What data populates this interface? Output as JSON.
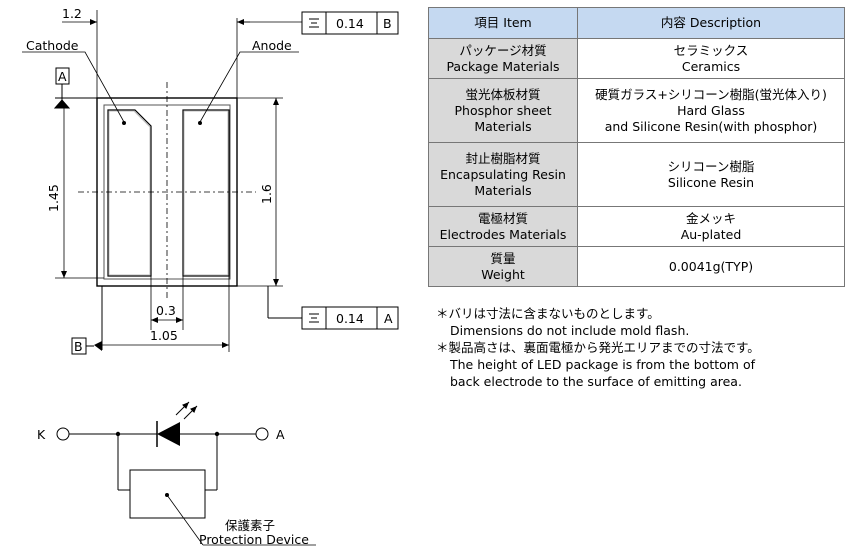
{
  "dimensions": {
    "d_1_2": "1.2",
    "d_1_45": "1.45",
    "d_1_6": "1.6",
    "d_0_3": "0.3",
    "d_1_05": "1.05",
    "tol_top_value": "0.14",
    "tol_top_ref": "B",
    "tol_bottom_value": "0.14",
    "tol_bottom_ref": "A",
    "datum_a": "A",
    "datum_b": "B",
    "flatness_symbol": "⌯"
  },
  "labels": {
    "cathode": "Cathode",
    "anode": "Anode"
  },
  "circuit": {
    "k_label": "K",
    "a_label": "A",
    "device_jp": "保護素子",
    "device_en": "Protection Device"
  },
  "table": {
    "header": {
      "item": "項目 Item",
      "description": "内容 Description"
    },
    "rows": [
      {
        "item_jp": "パッケージ材質",
        "item_en": "Package Materials",
        "item_en2": "",
        "desc_1": "セラミックス",
        "desc_2": "Ceramics",
        "desc_3": ""
      },
      {
        "item_jp": "蛍光体板材質",
        "item_en": "Phosphor sheet",
        "item_en2": "Materials",
        "desc_1": "硬質ガラス+シリコーン樹脂(蛍光体入り)",
        "desc_2": "Hard Glass",
        "desc_3": "and Silicone Resin(with phosphor)"
      },
      {
        "item_jp": "封止樹脂材質",
        "item_en": "Encapsulating Resin",
        "item_en2": "Materials",
        "desc_1": "シリコーン樹脂",
        "desc_2": "Silicone Resin",
        "desc_3": ""
      },
      {
        "item_jp": "電極材質",
        "item_en": "Electrodes Materials",
        "item_en2": "",
        "desc_1": "金メッキ",
        "desc_2": "Au-plated",
        "desc_3": ""
      },
      {
        "item_jp": "質量",
        "item_en": "Weight",
        "item_en2": "",
        "desc_1": "0.0041g(TYP)",
        "desc_2": "",
        "desc_3": ""
      }
    ]
  },
  "notes": {
    "n1_jp": "＊バリは寸法に含まないものとします。",
    "n1_en": "Dimensions do not include mold flash.",
    "n2_jp": "＊製品高さは、裏面電極から発光エリアまでの寸法です。",
    "n2_en1": "The height of LED package is from the bottom of",
    "n2_en2": "back electrode to the surface of emitting area."
  }
}
